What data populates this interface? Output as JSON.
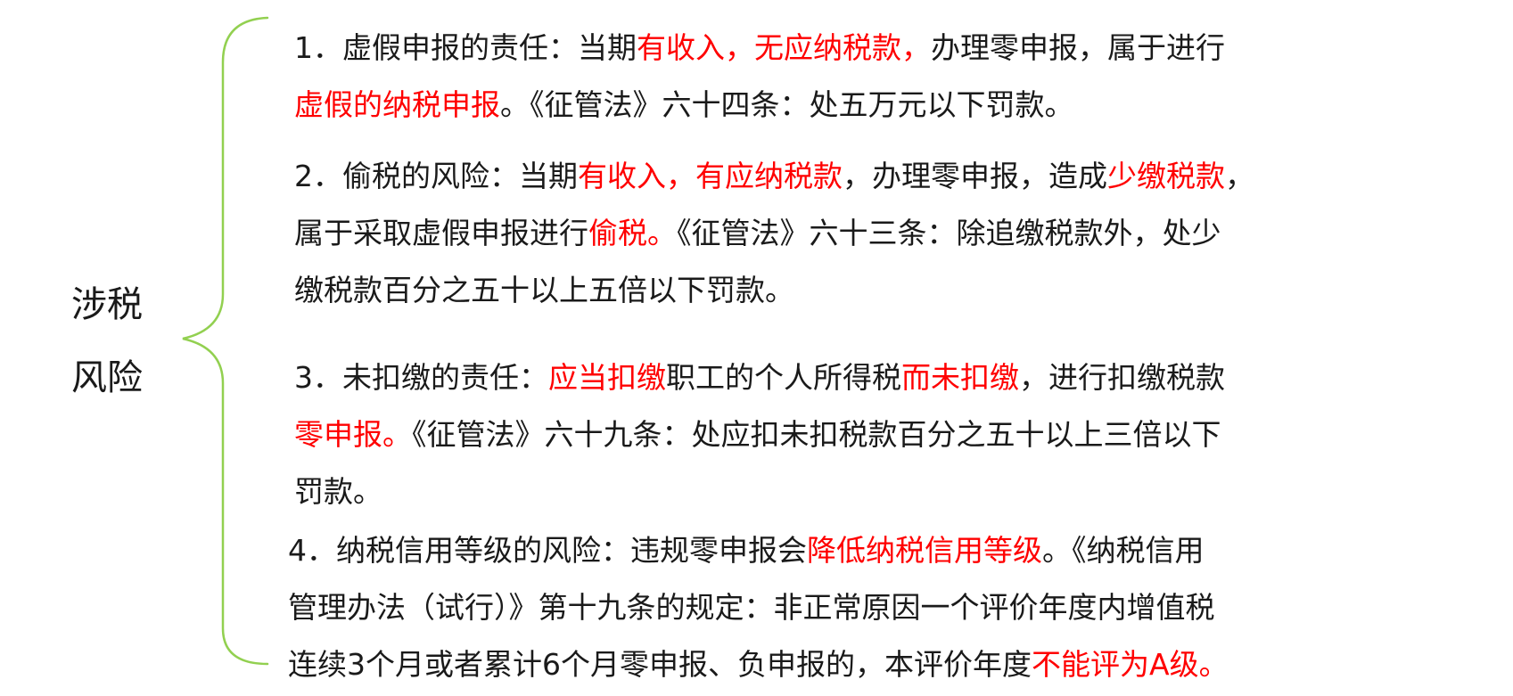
{
  "topic": {
    "line1": "涉税",
    "line2": "风险"
  },
  "colors": {
    "brace": "#92d050",
    "highlight": "#ff0000",
    "text": "#1a1a1a"
  },
  "items": [
    {
      "lines": [
        [
          {
            "t": "1．虚假申报的责任：当期",
            "hl": false
          },
          {
            "t": "有收入，无应纳税款，",
            "hl": true
          },
          {
            "t": "办理零申报，属于进行",
            "hl": false
          }
        ],
        [
          {
            "t": "虚假的纳税申报",
            "hl": true
          },
          {
            "t": "。《征管法》六十四条：处五万元以下罚款。",
            "hl": false
          }
        ]
      ]
    },
    {
      "lines": [
        [
          {
            "t": "2．偷税的风险：当期",
            "hl": false
          },
          {
            "t": "有收入，有应纳税款",
            "hl": true
          },
          {
            "t": "，办理零申报，造成",
            "hl": false
          },
          {
            "t": "少缴税款",
            "hl": true
          },
          {
            "t": "，",
            "hl": false
          }
        ],
        [
          {
            "t": "属于采取虚假申报进行",
            "hl": false
          },
          {
            "t": "偷税。",
            "hl": true
          },
          {
            "t": "《征管法》六十三条：除追缴税款外，处少",
            "hl": false
          }
        ],
        [
          {
            "t": "缴税款百分之五十以上五倍以下罚款。",
            "hl": false
          }
        ]
      ]
    },
    {
      "lines": [
        [
          {
            "t": "3．未扣缴的责任：",
            "hl": false
          },
          {
            "t": "应当扣缴",
            "hl": true
          },
          {
            "t": "职工的个人所得税",
            "hl": false
          },
          {
            "t": "而未扣缴",
            "hl": true
          },
          {
            "t": "，进行扣缴税款",
            "hl": false
          }
        ],
        [
          {
            "t": "零申报。",
            "hl": true
          },
          {
            "t": "《征管法》六十九条：处应扣未扣税款百分之五十以上三倍以下",
            "hl": false
          }
        ],
        [
          {
            "t": "罚款。",
            "hl": false
          }
        ]
      ]
    },
    {
      "lines": [
        [
          {
            "t": "4．纳税信用等级的风险：违规零申报会",
            "hl": false
          },
          {
            "t": "降低纳税信用等级",
            "hl": true
          },
          {
            "t": "。《纳税信用",
            "hl": false
          }
        ],
        [
          {
            "t": "管理办法（试行）》第十九条的规定：非正常原因一个评价年度内增值税",
            "hl": false
          }
        ],
        [
          {
            "t": "连续3个月或者累计6个月零申报、负申报的，本评价年度",
            "hl": false
          },
          {
            "t": "不能评为A级。",
            "hl": true
          }
        ]
      ]
    }
  ]
}
